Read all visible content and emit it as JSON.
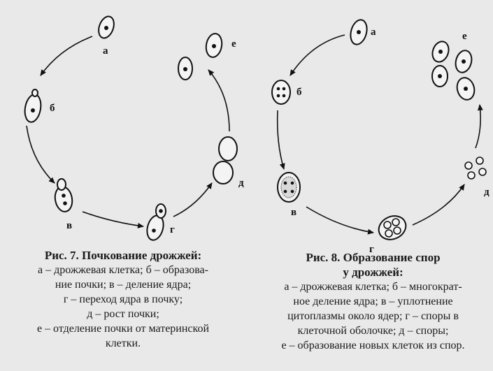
{
  "fig7": {
    "labels": {
      "a": "а",
      "b": "б",
      "v": "в",
      "g": "г",
      "d": "д",
      "e": "е"
    },
    "caption_title": "Рис. 7. Почкование дрожжей:",
    "caption_lines": [
      "а – дрожжевая клетка; б – образова-",
      "ние почки; в – деление ядра;",
      "г – переход ядра в почку;",
      "д – рост почки;",
      "е – отделение почки от материнской",
      "клетки."
    ]
  },
  "fig8": {
    "labels": {
      "a": "а",
      "b": "б",
      "v": "в",
      "g": "г",
      "d": "д",
      "e": "е"
    },
    "caption_title_1": "Рис. 8. Образование спор",
    "caption_title_2": "у дрожжей:",
    "caption_lines": [
      "а – дрожжевая клетка; б – многократ-",
      "ное деление ядра; в – уплотнение",
      "цитоплазмы около ядер; г – споры в",
      "клеточной оболочке; д – споры;",
      "е – образование новых клеток из спор."
    ]
  }
}
